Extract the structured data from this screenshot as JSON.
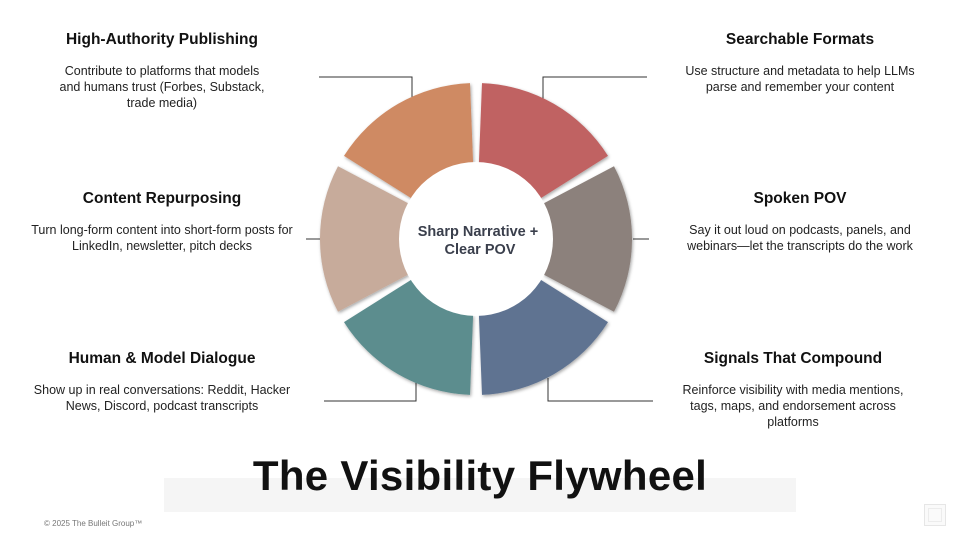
{
  "title": "The Visibility Flywheel",
  "copyright": "© 2025 The Bulleit Group™",
  "center": {
    "line1": "Sharp Narrative +",
    "line2": "Clear POV"
  },
  "blocks": {
    "top_left": {
      "heading": "High-Authority Publishing",
      "body": "Contribute to platforms that models and humans trust (Forbes, Substack, trade media)"
    },
    "mid_left": {
      "heading": "Content Repurposing",
      "body": "Turn long-form content into short-form posts for LinkedIn, newsletter, pitch decks"
    },
    "bottom_left": {
      "heading": "Human & Model Dialogue",
      "body": "Show up in real conversations: Reddit, Hacker News, Discord, podcast transcripts"
    },
    "top_right": {
      "heading": "Searchable Formats",
      "body": "Use structure and metadata to help LLMs parse and remember your content"
    },
    "mid_right": {
      "heading": "Spoken POV",
      "body": "Say it out loud on podcasts, panels, and webinars—let the transcripts do the work"
    },
    "bottom_right": {
      "heading": "Signals That Compound",
      "body": "Reinforce visibility with media mentions, tags, maps, and endorsement across platforms"
    }
  },
  "colors": {
    "segment_top_left": "#cf8a63",
    "segment_top_right": "#c06262",
    "segment_right": "#8c817b",
    "segment_bottom_right": "#5f7391",
    "segment_bottom_left": "#5b8d8e",
    "segment_left": "#c7ab9b"
  }
}
